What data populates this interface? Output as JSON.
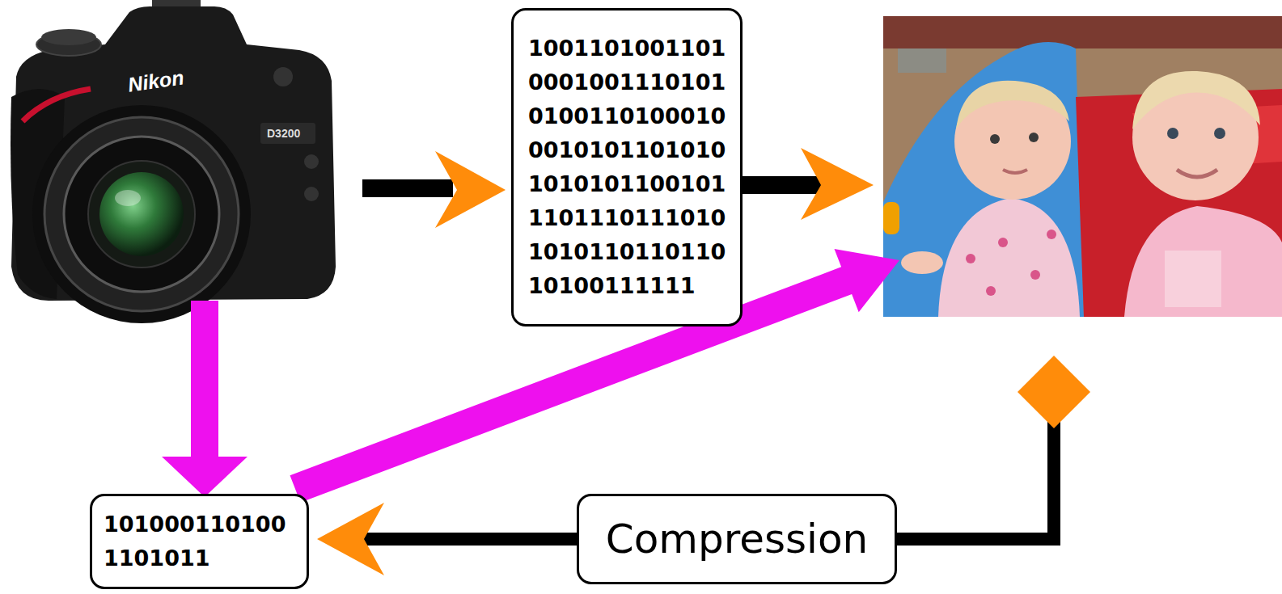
{
  "diagram": {
    "nodes": [
      {
        "text": [
          "1001101001101 0001001110101 0100110100010 0010101101010 1010101100101 1101110111010 1010110110110 10100111111"
        ]
      },
      {
        "text": [
          "101000110100 1101011"
        ]
      },
      {
        "text": [
          "Compression"
        ]
      }
    ],
    "edges": [
      {
        "from": 2,
        "to": 1,
        "arrow": "to"
      }
    ],
    "labels": [
      "Nikon",
      "D3200"
    ]
  }
}
